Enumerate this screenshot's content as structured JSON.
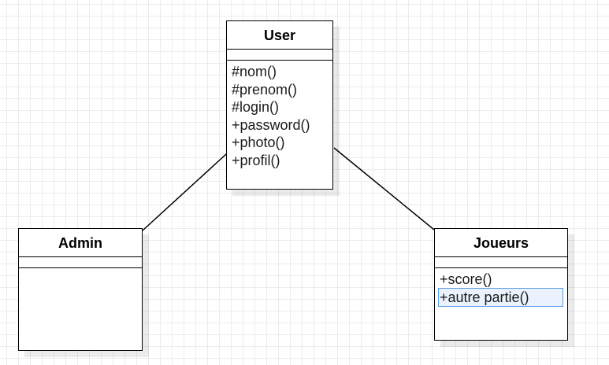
{
  "diagram": {
    "classes": [
      {
        "id": "user",
        "name": "User",
        "attributes": [],
        "methods": [
          "#nom()",
          "#prenom()",
          "#login()",
          "+password()",
          "+photo()",
          "+profil()"
        ]
      },
      {
        "id": "admin",
        "name": "Admin",
        "attributes": [],
        "methods": []
      },
      {
        "id": "joueurs",
        "name": "Joueurs",
        "attributes": [],
        "methods": [
          "+score()",
          "+autre partie()"
        ],
        "selected_method": "+autre partie()"
      }
    ],
    "associations": [
      {
        "from": "user",
        "to": "admin"
      },
      {
        "from": "user",
        "to": "joueurs"
      }
    ],
    "colors": {
      "border": "#000000",
      "grid": "#ececec",
      "selection": "#5a9be8"
    }
  }
}
